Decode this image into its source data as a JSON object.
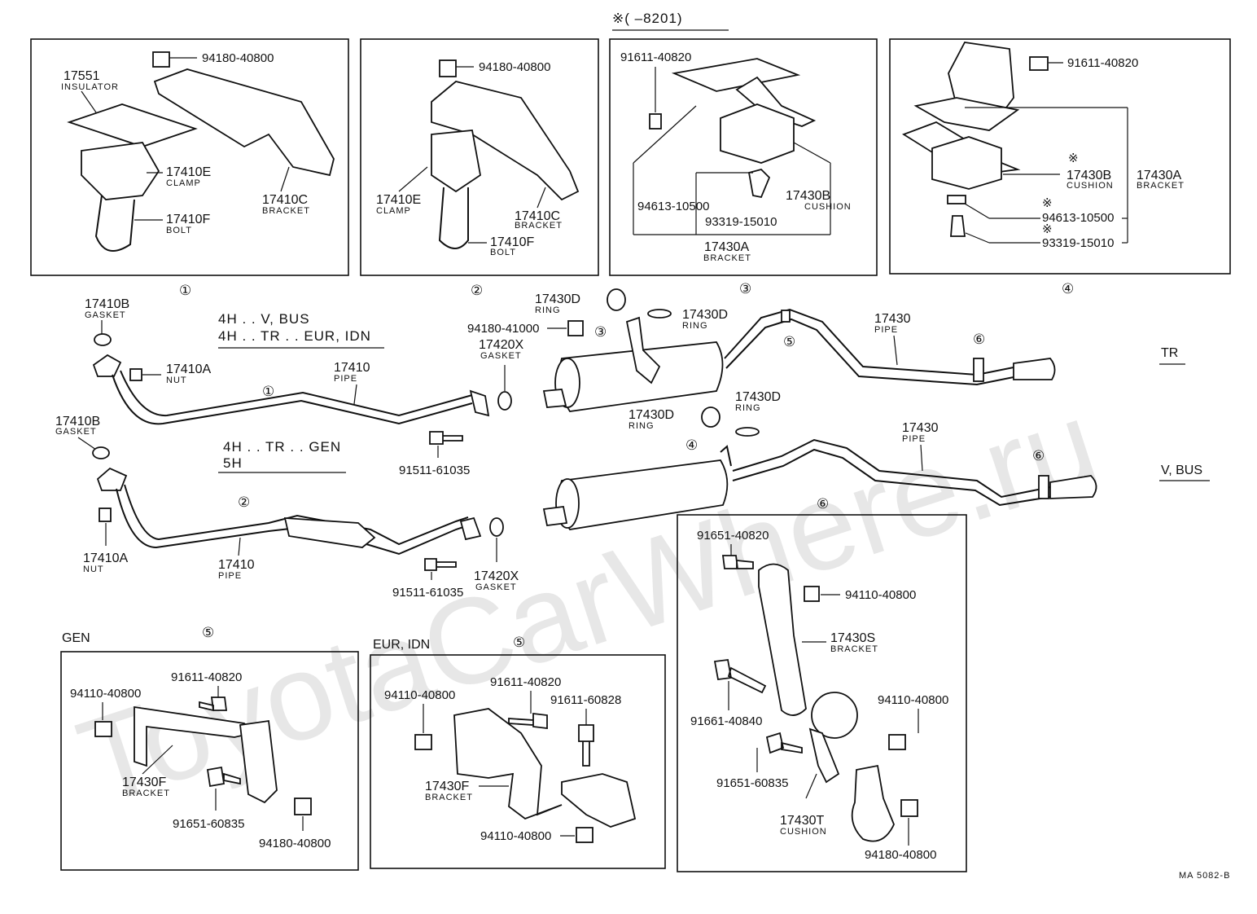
{
  "header": {
    "range": "※(      –8201)"
  },
  "watermark": "ToyotaCarWhere.ru",
  "footer": {
    "code": "MA 5082-B"
  },
  "variants": {
    "line1": "4H . . V, BUS",
    "line2": "4H . . TR . . EUR, IDN",
    "line3": "4H . . TR . . GEN",
    "line4": "5H",
    "tr": "TR",
    "vbus": "V, BUS",
    "gen": "GEN",
    "eur_idn": "EUR, IDN"
  },
  "circled": {
    "c1": "①",
    "c2": "②",
    "c3": "③",
    "c4": "④",
    "c5": "⑤",
    "c6": "⑥"
  },
  "labels": {
    "p17551": "17551",
    "insulator": "INSULATOR",
    "p94180_40800": "94180-40800",
    "p17410E": "17410E",
    "clamp": "CLAMP",
    "p17410F": "17410F",
    "bolt": "BOLT",
    "p17410C": "17410C",
    "bracket": "BRACKET",
    "p91611_40820": "91611-40820",
    "p94613_10500": "94613-10500",
    "p93319_15010": "93319-15010",
    "p17430B": "17430B",
    "cushion": "CUSHION",
    "p17430A": "17430A",
    "p17410B": "17410B",
    "gasket": "GASKET",
    "p17410A": "17410A",
    "nut": "NUT",
    "p17410": "17410",
    "pipe": "PIPE",
    "p91511_61035": "91511-61035",
    "p17420X": "17420X",
    "p17430D": "17430D",
    "ring": "RING",
    "p94180_41000": "94180-41000",
    "p17430": "17430",
    "p91651_40820": "91651-40820",
    "p94110_40800": "94110-40800",
    "p17430S": "17430S",
    "p91661_40840": "91661-40840",
    "p91651_60835": "91651-60835",
    "p17430T": "17430T",
    "p17430F": "17430F",
    "p91611_60828": "91611-60828",
    "star": "※"
  }
}
